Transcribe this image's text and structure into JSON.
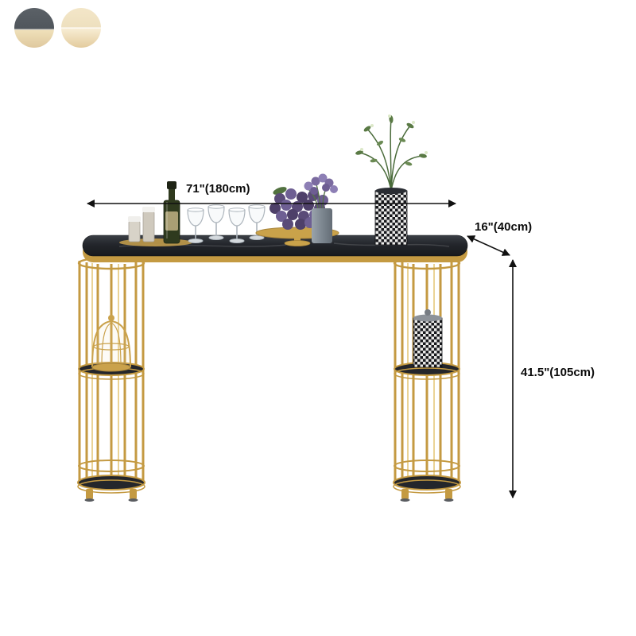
{
  "swatches": {
    "items": [
      {
        "id": "black-top-gold-leg",
        "top_color": "#5b6167",
        "bottom_color": "#dfc89e"
      },
      {
        "id": "gold-finish",
        "top_color": "#f3e6c8",
        "bottom_color": "#e3cb9d"
      }
    ]
  },
  "dimensions": {
    "width_label": "71\"(180cm)",
    "depth_label": "16\"(40cm)",
    "height_label": "41.5\"(105cm)"
  },
  "scene": {
    "accent_gold": "#c49a42",
    "tabletop_color": "#22252a",
    "dimension_line_color": "#111111",
    "background": "#ffffff"
  }
}
